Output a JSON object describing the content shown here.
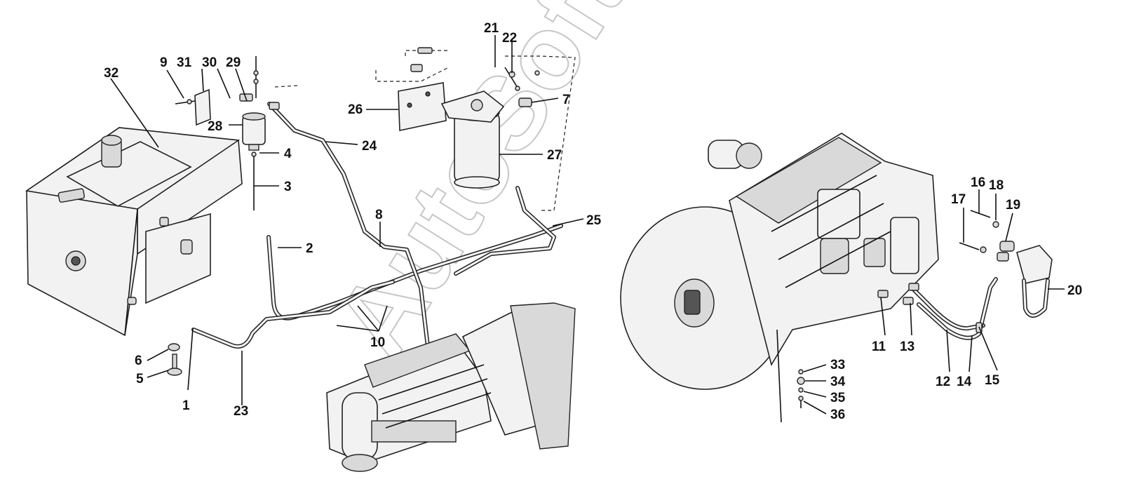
{
  "watermark": "AutoSoft",
  "callouts": [
    "1",
    "2",
    "3",
    "4",
    "5",
    "6",
    "7",
    "8",
    "9",
    "10",
    "11",
    "12",
    "13",
    "14",
    "15",
    "16",
    "17",
    "18",
    "19",
    "20",
    "21",
    "22",
    "23",
    "24",
    "25",
    "26",
    "27",
    "28",
    "29",
    "30",
    "31",
    "32",
    "33",
    "34",
    "35",
    "36"
  ],
  "parts": {
    "fuel_tank": "fuel-tank",
    "engine": "engine",
    "pump": "fuel-pump-assembly",
    "filter": "fuel-filter"
  }
}
